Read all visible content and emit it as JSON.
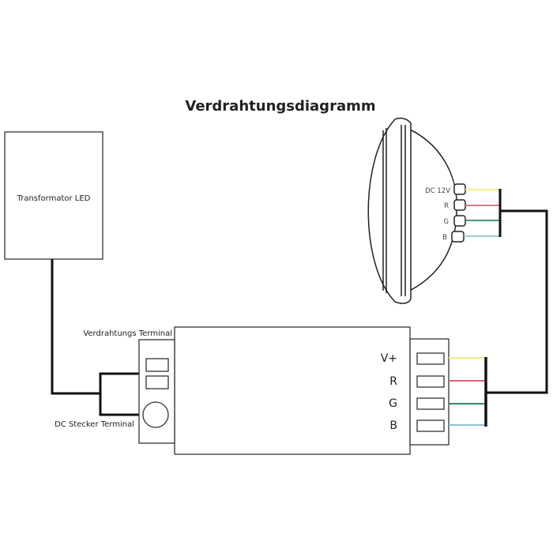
{
  "title": "Verdrahtungsdiagramm",
  "transformer": {
    "label": "Transformator LED"
  },
  "controller": {
    "wiring_terminal_label": "Verdrahtungs Terminal",
    "dc_terminal_label": "DC Stecker Terminal",
    "outputs": [
      "V+",
      "R",
      "G",
      "B"
    ]
  },
  "lamp": {
    "pins": [
      "DC 12V",
      "R",
      "G",
      "B"
    ]
  },
  "wire_colors": {
    "v_plus": "#eeee80",
    "r": "#e06070",
    "g": "#2e8a70",
    "b": "#88c4d4"
  }
}
